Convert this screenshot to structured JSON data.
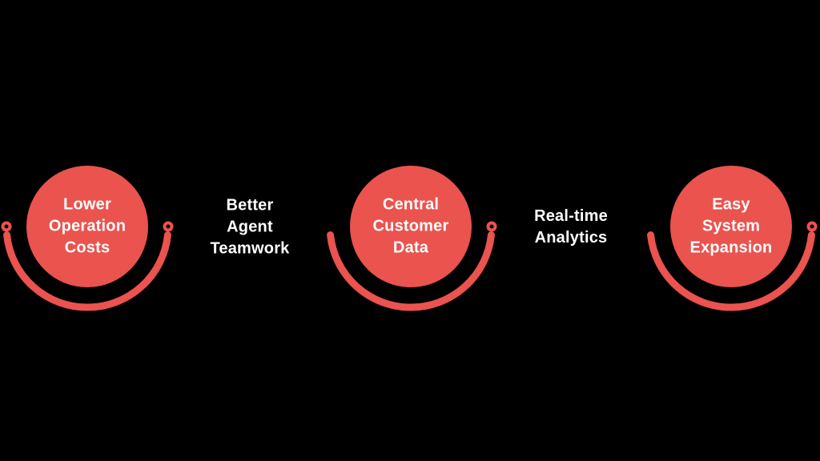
{
  "diagram": {
    "nodes": [
      {
        "label": "Lower\nOperation\nCosts"
      },
      {
        "label": "Central\nCustomer\nData"
      },
      {
        "label": "Easy\nSystem\nExpansion"
      }
    ],
    "connector_labels": [
      {
        "label": "Better\nAgent\nTeamwork"
      },
      {
        "label": "Real-time\nAnalytics"
      }
    ]
  },
  "colors": {
    "accent": "#EA534E",
    "node-text": "#FFFFFF",
    "label-text": "#FFFFFF",
    "background": "#000000"
  }
}
